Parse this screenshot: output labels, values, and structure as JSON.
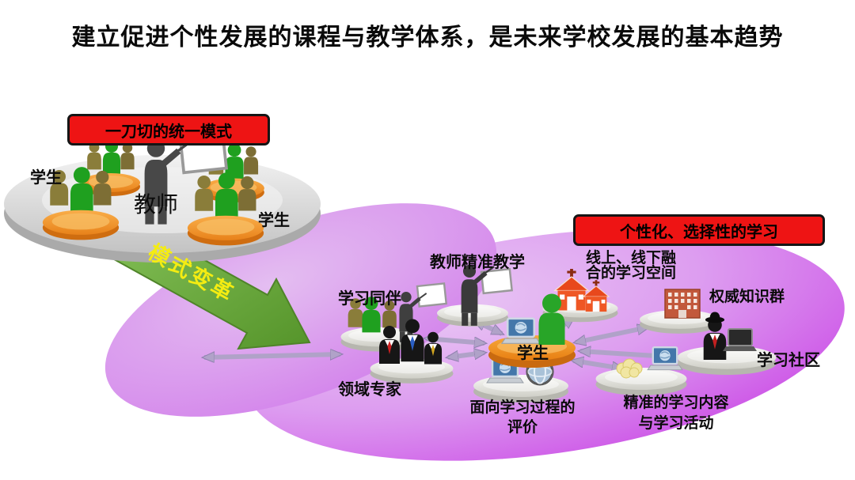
{
  "slide": {
    "title": "建立促进个性发展的课程与教学体系，是未来学校发展的基本趋势"
  },
  "old_model": {
    "banner": "一刀切的统一模式",
    "label_students_left": "学生",
    "label_teacher": "教师",
    "label_students_right": "学生"
  },
  "transition": {
    "arrow_label": "模式变革"
  },
  "new_model": {
    "banner": "个性化、选择性的学习",
    "center": {
      "label": "学生"
    },
    "nodes": {
      "peers": "学习同伴",
      "precision_teaching": "教师精准教学",
      "blended_space_line1": "线上、线下融",
      "blended_space_line2": "合的学习空间",
      "authority_knowledge": "权威知识群",
      "learning_community": "学习社区",
      "precise_content_line1": "精准的学习内容",
      "precise_content_line2": "与学习活动",
      "process_evaluation_line1": "面向学习过程的",
      "process_evaluation_line2": "评价",
      "domain_experts": "领域专家"
    }
  },
  "colors": {
    "banner_red": "#ee1414",
    "blob_magenta": "#cb4ce6",
    "arrow_green": "#69a744",
    "arrow_text_yellow": "#f4ec12",
    "platform_gray": "#d9d9d9",
    "table_orange": "#ef8c1a",
    "student_green": "#28a528"
  }
}
